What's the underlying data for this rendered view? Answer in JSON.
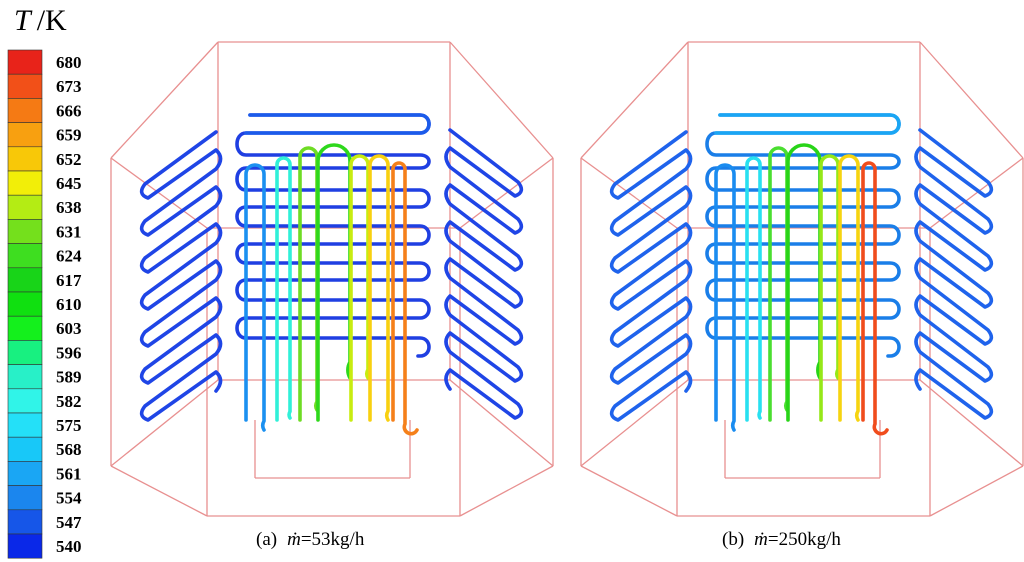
{
  "legend": {
    "variable": "T",
    "unit": "/K",
    "ticks": [
      "680",
      "673",
      "666",
      "659",
      "652",
      "645",
      "638",
      "631",
      "624",
      "617",
      "610",
      "603",
      "596",
      "589",
      "582",
      "575",
      "568",
      "561",
      "554",
      "547",
      "540"
    ],
    "colors": [
      "#e8231a",
      "#f25018",
      "#f57a14",
      "#f8a010",
      "#f8c808",
      "#f2ee08",
      "#b4ec14",
      "#74e01c",
      "#3ede20",
      "#18d418",
      "#10e010",
      "#14f01c",
      "#18f080",
      "#28f0c8",
      "#30f4e8",
      "#24e0f8",
      "#18c8f8",
      "#1aa6f4",
      "#1b86ee",
      "#1656e8",
      "#0a28e8"
    ]
  },
  "panels": [
    {
      "caption_prefix": "(a)",
      "flow_symbol": "ṁ",
      "flow_value": "=53kg/h",
      "colors": {
        "side_coils": "#1f45e6",
        "horizontal_coil_top": "#1b5bea",
        "horizontal_coil": "#1f3fe2",
        "vertical_loops": [
          "#1b90f0",
          "#30f0d8",
          "#6edc24",
          "#2ed81c",
          "#c8ec10",
          "#f8d010",
          "#f5801a"
        ]
      }
    },
    {
      "caption_prefix": "(b)",
      "flow_symbol": "ṁ",
      "flow_value": "=250kg/h",
      "colors": {
        "side_coils": "#1f63ec",
        "horizontal_coil_top": "#1aa6f4",
        "horizontal_coil": "#1a7ee8",
        "vertical_loops": [
          "#1a8cf0",
          "#28e0f0",
          "#4ade30",
          "#28d418",
          "#96e818",
          "#f6d410",
          "#f04c1c"
        ]
      }
    }
  ]
}
